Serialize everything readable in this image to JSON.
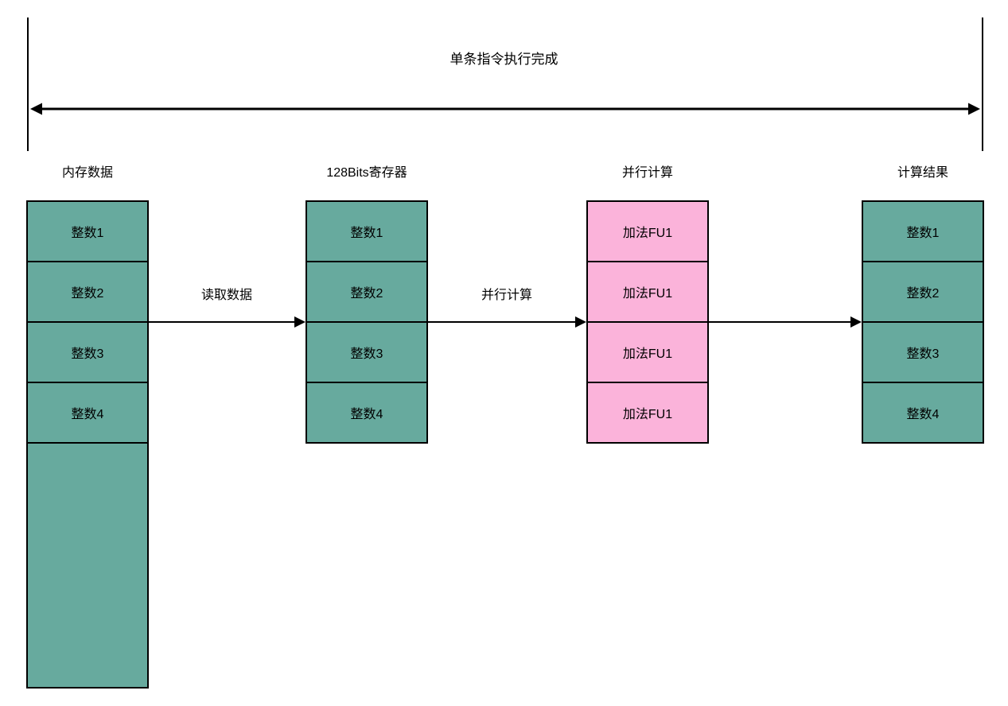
{
  "bracket": {
    "label": "单条指令执行完成"
  },
  "columns": [
    {
      "title": "内存数据",
      "cells": [
        "整数1",
        "整数2",
        "整数3",
        "整数4"
      ],
      "empty_cell": ""
    },
    {
      "title": "128Bits寄存器",
      "cells": [
        "整数1",
        "整数2",
        "整数3",
        "整数4"
      ]
    },
    {
      "title": "并行计算",
      "cells": [
        "加法FU1",
        "加法FU1",
        "加法FU1",
        "加法FU1"
      ]
    },
    {
      "title": "计算结果",
      "cells": [
        "整数1",
        "整数2",
        "整数3",
        "整数4"
      ]
    }
  ],
  "arrows": [
    {
      "label": "读取数据"
    },
    {
      "label": "并行计算"
    },
    {
      "label": ""
    }
  ],
  "colors": {
    "cell_green": "#67aa9e",
    "cell_pink": "#fbb3da",
    "line": "#000000",
    "background": "#ffffff",
    "text": "#000000"
  }
}
